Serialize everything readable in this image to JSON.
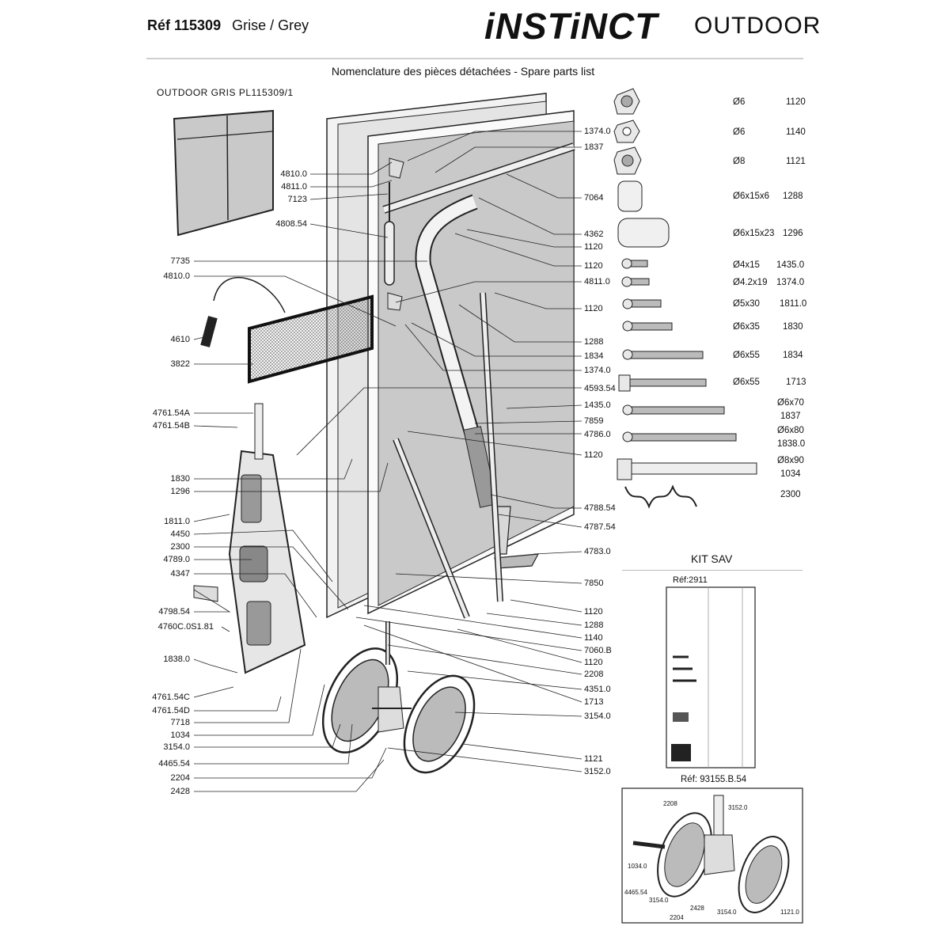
{
  "header": {
    "ref": "Réf 115309",
    "color": "Grise / Grey",
    "brand": "iNSTiNCT",
    "brand_sub": "OUTDOOR",
    "list_title": "Nomenclature des pièces détachées  -  Spare parts list",
    "plan_ref": "OUTDOOR  GRIS  PL115309/1"
  },
  "right_labels": [
    "1374.0",
    "1837",
    "7064",
    "4362",
    "1120",
    "1120",
    "4811.0",
    "1120",
    "1288",
    "1834",
    "1374.0",
    "4593.54",
    "1435.0",
    "7859",
    "4786.0",
    "1120",
    "4788.54",
    "4787.54",
    "4783.0",
    "7850",
    "1120",
    "1288",
    "1140",
    "7060.B",
    "1120",
    "2208",
    "4351.0",
    "1713",
    "3154.0",
    "1121",
    "3152.0"
  ],
  "left_labels": [
    "4810.0",
    "4811.0",
    "7123",
    "4808.54",
    "7735",
    "4810.0",
    "4610",
    "3822",
    "4761.54A",
    "4761.54B",
    "1830",
    "1296",
    "1811.0",
    "4450",
    "2300",
    "4789.0",
    "4347",
    "4798.54",
    "4760C.0S1.81",
    "1838.0",
    "4761.54C",
    "4761.54D",
    "7718",
    "1034",
    "3154.0",
    "4465.54",
    "2204",
    "2428"
  ],
  "hardware": [
    {
      "spec": "Ø6",
      "code": "1120",
      "icon": "nylon-nut-icon"
    },
    {
      "spec": "Ø6",
      "code": "1140",
      "icon": "nut-icon"
    },
    {
      "spec": "Ø8",
      "code": "1121",
      "icon": "nylon-nut-icon"
    },
    {
      "spec": "Ø6x15x6",
      "code": "1288",
      "icon": "spacer-icon"
    },
    {
      "spec": "Ø6x15x23",
      "code": "1296",
      "icon": "spacer-icon"
    },
    {
      "spec": "Ø4x15",
      "code": "1435.0",
      "icon": "wood-screw-icon"
    },
    {
      "spec": "Ø4.2x19",
      "code": "1374.0",
      "icon": "wood-screw-icon"
    },
    {
      "spec": "Ø5x30",
      "code": "1811.0",
      "icon": "screw-icon"
    },
    {
      "spec": "Ø6x35",
      "code": "1830",
      "icon": "screw-icon"
    },
    {
      "spec": "Ø6x55",
      "code": "1834",
      "icon": "screw-icon"
    },
    {
      "spec": "Ø6x55",
      "code": "1713",
      "icon": "hex-bolt-icon"
    },
    {
      "spec": "Ø6x70",
      "code": "1837",
      "icon": "screw-icon"
    },
    {
      "spec": "Ø6x80",
      "code": "1838.0",
      "icon": "screw-icon"
    },
    {
      "spec": "Ø8x90",
      "code": "1034",
      "icon": "hex-bolt-icon"
    },
    {
      "spec": "",
      "code": "2300",
      "icon": "spring-icon"
    }
  ],
  "kit": {
    "title": "KIT SAV",
    "ref": "Réf:2911",
    "wheel_ref": "Réf: 93155.B.54",
    "wheel_labels": [
      "2208",
      "3152.0",
      "1034.0",
      "4465.54",
      "3154.0",
      "2428",
      "2204",
      "3154.0",
      "1121.0"
    ]
  }
}
